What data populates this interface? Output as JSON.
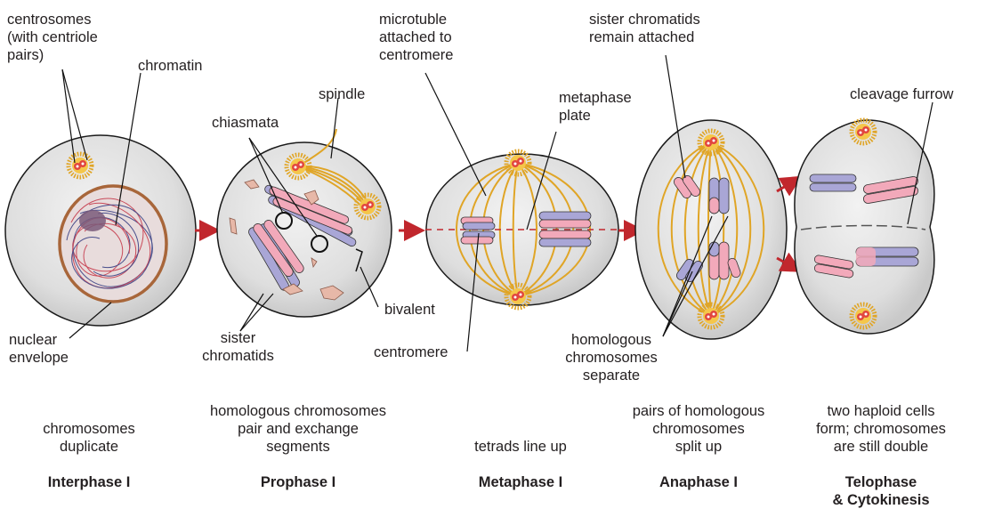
{
  "labels": {
    "centrosomes": "centrosomes\n(with centriole\npairs)",
    "chromatin": "chromatin",
    "nuclear_envelope": "nuclear\nenvelope",
    "chiasmata": "chiasmata",
    "spindle": "spindle",
    "bivalent": "bivalent",
    "sister_chromatids": "sister\nchromatids",
    "microtubule": "microtuble\nattached to\ncentromere",
    "metaphase_plate": "metaphase\nplate",
    "centromere": "centromere",
    "sister_attached": "sister chromatids\nremain attached",
    "homologous_separate": "homologous\nchromosomes\nseparate",
    "cleavage_furrow": "cleavage furrow"
  },
  "stages": [
    {
      "caption": "chromosomes\nduplicate",
      "name": "Interphase I"
    },
    {
      "caption": "homologous chromosomes\npair and exchange\nsegments",
      "name": "Prophase I"
    },
    {
      "caption": "tetrads line up",
      "name": "Metaphase I"
    },
    {
      "caption": "pairs of homologous\nchromosomes\nsplit up",
      "name": "Anaphase I"
    },
    {
      "caption": "two haploid cells\nform; chromosomes\nare still double",
      "name": "Telophase\n& Cytokinesis"
    }
  ],
  "colors": {
    "cell_fill": "#dcdcdc",
    "cell_stroke": "#1a1a1a",
    "spindle": "#e0a526",
    "chromosome_pink": "#f2a9ba",
    "chromosome_blue": "#a9a6d6",
    "arrow": "#c1272d",
    "envelope": "#a8663a",
    "chromatin_red": "#c94a5a",
    "chromatin_blue": "#4a4f8c"
  }
}
